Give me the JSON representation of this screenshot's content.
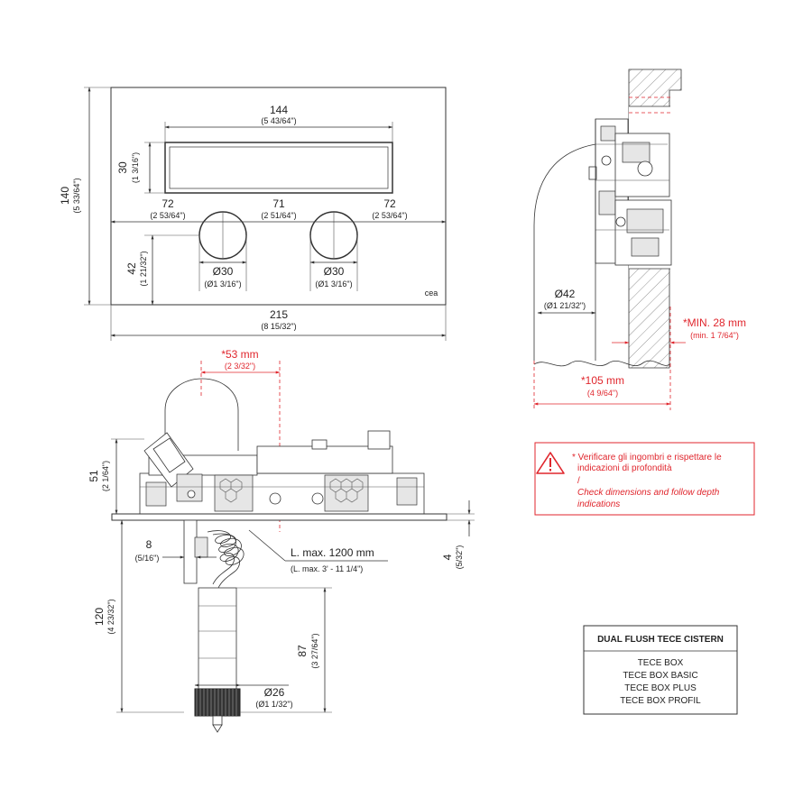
{
  "front_view": {
    "plate_width": "215",
    "plate_width_in": "(8 15/32\")",
    "plate_height": "140",
    "plate_height_in": "(5 33/64\")",
    "window_width": "144",
    "window_width_in": "(5 43/64\")",
    "window_height": "30",
    "window_height_in": "(1 3/16\")",
    "spacing_left": "72",
    "spacing_left_in": "(2 53/64\")",
    "spacing_mid": "71",
    "spacing_mid_in": "(2 51/64\")",
    "spacing_right": "72",
    "spacing_right_in": "(2 53/64\")",
    "hole_offset": "42",
    "hole_offset_in": "(1 21/32\")",
    "hole_left": "Ø30",
    "hole_left_in": "(Ø1 3/16\")",
    "hole_right": "Ø30",
    "hole_right_in": "(Ø1 3/16\")",
    "logo": "cea"
  },
  "side_view": {
    "diameter": "Ø42",
    "diameter_in": "(Ø1 21/32\")",
    "min_depth": "*MIN. 28 mm",
    "min_depth_in": "(min. 1 7/64\")",
    "depth": "*105 mm",
    "depth_in": "(4 9/64\")"
  },
  "bottom_view": {
    "offset": "*53 mm",
    "offset_in": "(2 3/32\")",
    "height": "51",
    "height_in": "(2 1/64\")",
    "gap": "8",
    "gap_in": "(5/16\")",
    "cable": "L. max. 1200 mm",
    "cable_in": "(L. max. 3' - 11 1/4\")",
    "thickness": "4",
    "thickness_in": "(5/32\")",
    "length": "120",
    "length_in": "(4 23/32\")",
    "body_length": "87",
    "body_length_in": "(3 27/64\")",
    "knob": "Ø26",
    "knob_in": "(Ø1 1/32\")"
  },
  "warning": {
    "line1": "* Verificare gli ingombri e rispettare le",
    "line2": "indicazioni di profondità",
    "slash": "/",
    "line3": "Check dimensions and follow depth",
    "line4": "indications"
  },
  "compat_table": {
    "header": "DUAL FLUSH TECE CISTERN",
    "rows": [
      "TECE BOX",
      "TECE BOX BASIC",
      "TECE BOX PLUS",
      "TECE BOX PROFIL"
    ]
  },
  "colors": {
    "accent": "#e0262d",
    "line": "#333333"
  }
}
